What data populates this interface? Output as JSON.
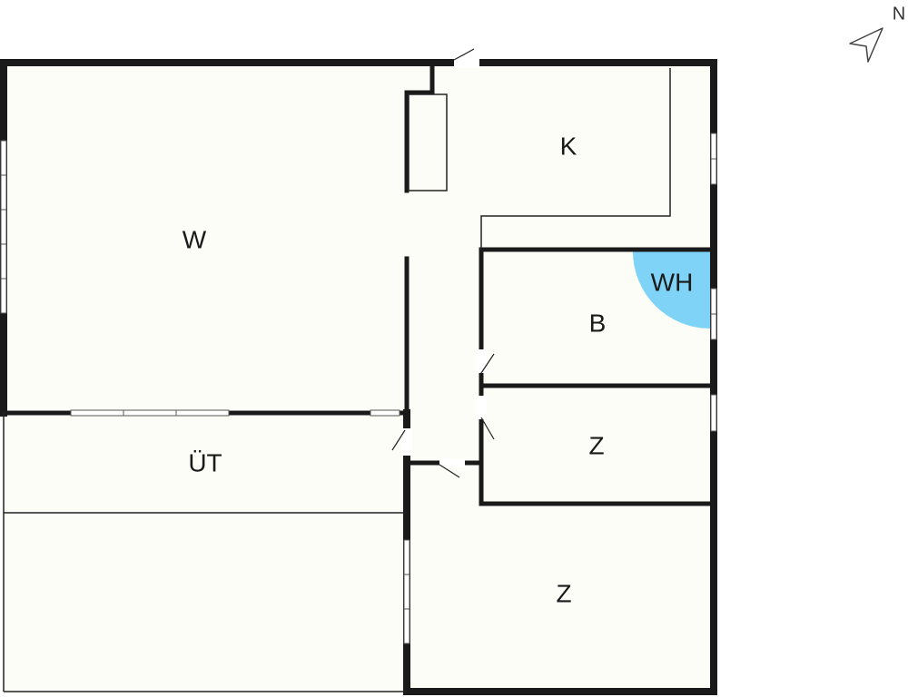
{
  "compass": {
    "label": "N"
  },
  "rooms": {
    "living": "W",
    "kitchen": "K",
    "bath": "B",
    "washer_dryer": "WH",
    "room_small": "Z",
    "room_large": "Z",
    "utility": "ÜT"
  },
  "colors": {
    "floor": "#fdfdf8",
    "wall": "#1a1a1a",
    "washer_zone": "#7fd3f7"
  }
}
